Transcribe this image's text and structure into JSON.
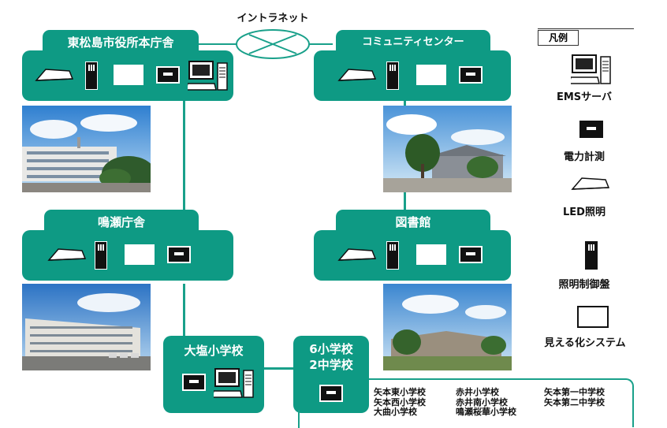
{
  "network": {
    "label": "イントラネット"
  },
  "nodes": {
    "city_hall": {
      "name": "東松島市役所本庁舎"
    },
    "community": {
      "name": "コミュニティセンター"
    },
    "naruse": {
      "name": "鳴瀬庁舎"
    },
    "library": {
      "name": "図書館"
    },
    "oshio": {
      "name": "大塩小学校"
    },
    "schools": {
      "line1": "6小学校",
      "line2": "2中学校"
    }
  },
  "school_list": {
    "col1": [
      "矢本東小学校",
      "矢本西小学校",
      "大曲小学校"
    ],
    "col2": [
      "赤井小学校",
      "赤井南小学校",
      "鳴瀬桜華小学校"
    ],
    "col3": [
      "矢本第一中学校",
      "矢本第二中学校"
    ]
  },
  "legend": {
    "title": "凡例",
    "items": [
      {
        "icon": "ems-server-icon",
        "label": "EMSサーバ"
      },
      {
        "icon": "power-meter-icon",
        "label": "電力計測"
      },
      {
        "icon": "led-light-icon",
        "label": "LED照明"
      },
      {
        "icon": "lighting-control-panel-icon",
        "label": "照明制御盤"
      },
      {
        "icon": "visualization-system-icon",
        "label": "見える化システム"
      }
    ]
  },
  "colors": {
    "accent": "#0e9a84",
    "line": "#19a08a"
  }
}
